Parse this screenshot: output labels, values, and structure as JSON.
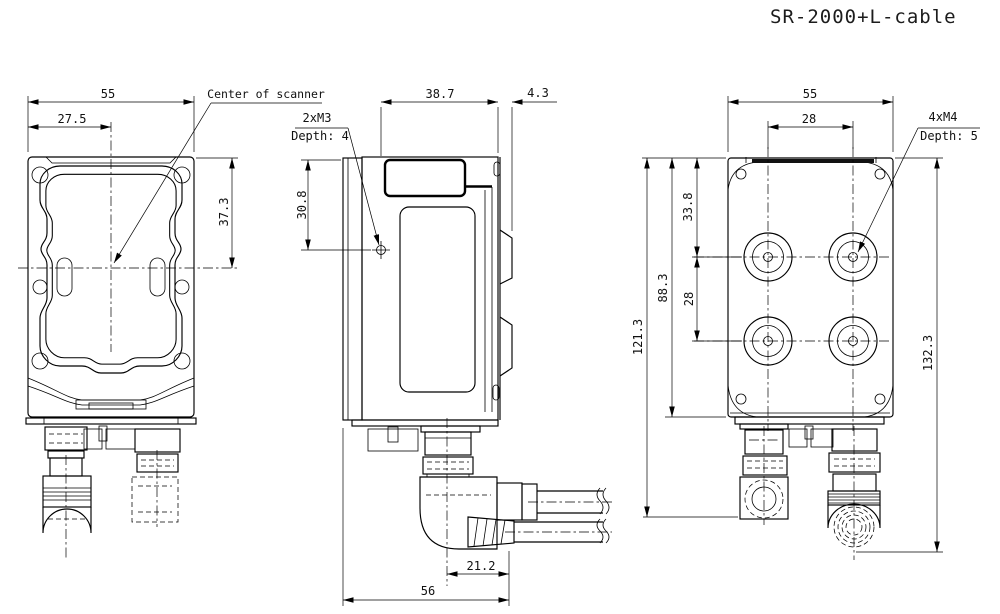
{
  "title": "SR-2000+L-cable",
  "front_view": {
    "dim_width": "55",
    "dim_center_offset": "27.5",
    "dim_top_to_center": "37.3",
    "center_label": "Center of scanner"
  },
  "side_view": {
    "dim_body_depth": "38.7",
    "dim_rear_step": "4.3",
    "hole_label": "2xM3",
    "hole_depth_label": "Depth: 4",
    "dim_top_to_hole": "30.8",
    "dim_center_to_cable": "21.2",
    "dim_total_depth": "56"
  },
  "rear_view": {
    "dim_width": "55",
    "dim_hole_spacing_h": "28",
    "hole_label": "4xM4",
    "hole_depth_label": "Depth: 5",
    "dim_top_to_hole_row": "33.8",
    "dim_hole_spacing_v": "28",
    "dim_body_height": "88.3",
    "dim_to_connector_end": "121.3",
    "dim_total_height": "132.3"
  }
}
